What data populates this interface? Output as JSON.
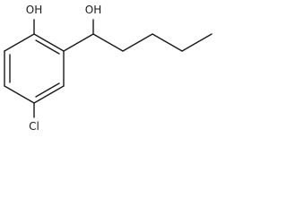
{
  "molecule": {
    "atom_labels": {
      "phenol_oh": "OH",
      "alcohol_oh": "OH",
      "chloro": "Cl"
    },
    "bond_color": "#1a1a1a"
  }
}
